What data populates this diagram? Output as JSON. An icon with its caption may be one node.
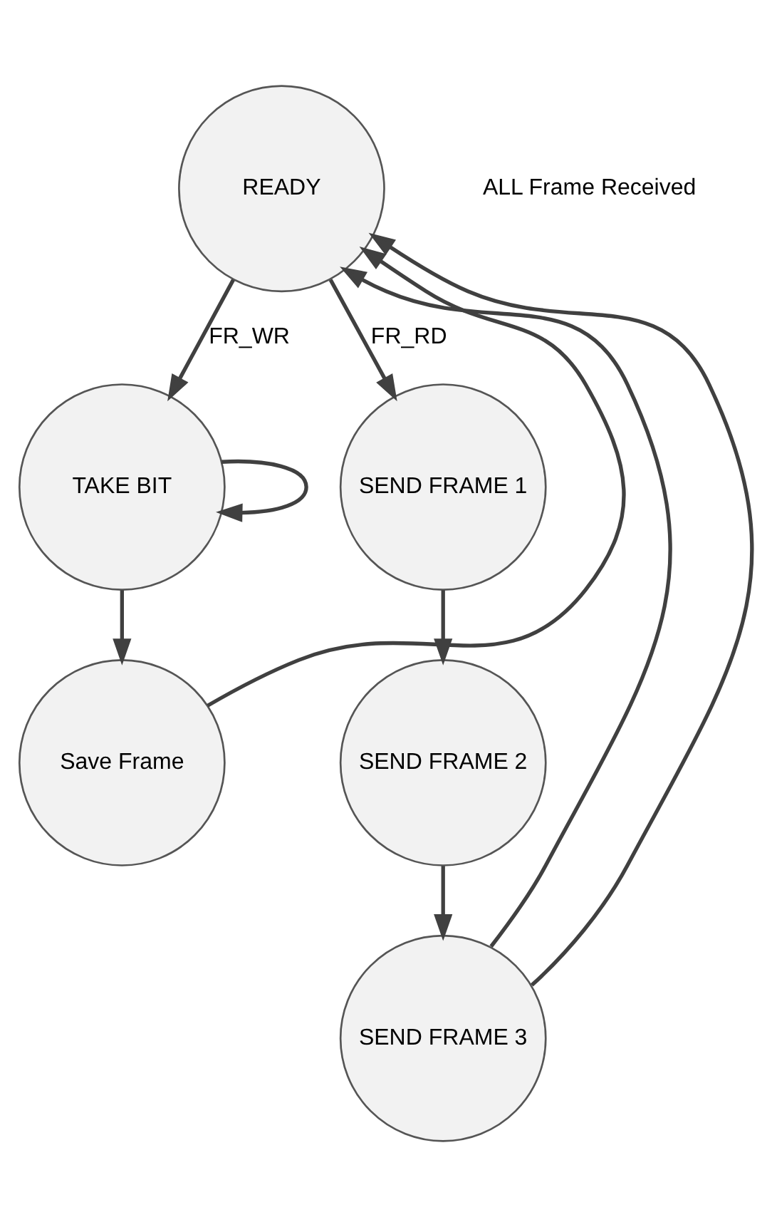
{
  "diagram": {
    "nodes": [
      {
        "text": [
          "READY"
        ]
      },
      {
        "text": [
          "TAKE BIT"
        ]
      },
      {
        "text": [
          "Save Frame"
        ]
      },
      {
        "text": [
          "SEND FRAME 1"
        ]
      },
      {
        "text": [
          "SEND FRAME 2"
        ]
      },
      {
        "text": [
          "SEND FRAME 3"
        ]
      }
    ],
    "edges": [
      {
        "from": 0,
        "to": 1,
        "arrow": "to",
        "label": "FR_WR"
      },
      {
        "from": 1,
        "to": 1,
        "arrow": "to"
      },
      {
        "from": 1,
        "to": 2,
        "arrow": "to"
      },
      {
        "from": 2,
        "to": 0,
        "arrow": "to"
      },
      {
        "from": 0,
        "to": 3,
        "arrow": "to",
        "label": "FR_RD"
      },
      {
        "from": 3,
        "to": 4,
        "arrow": "to"
      },
      {
        "from": 4,
        "to": 5,
        "arrow": "to"
      },
      {
        "from": 5,
        "to": 0,
        "arrow": "to"
      },
      {
        "from": 5,
        "to": 0,
        "arrow": "to"
      }
    ],
    "labels": [
      "ALL Frame Received"
    ]
  }
}
